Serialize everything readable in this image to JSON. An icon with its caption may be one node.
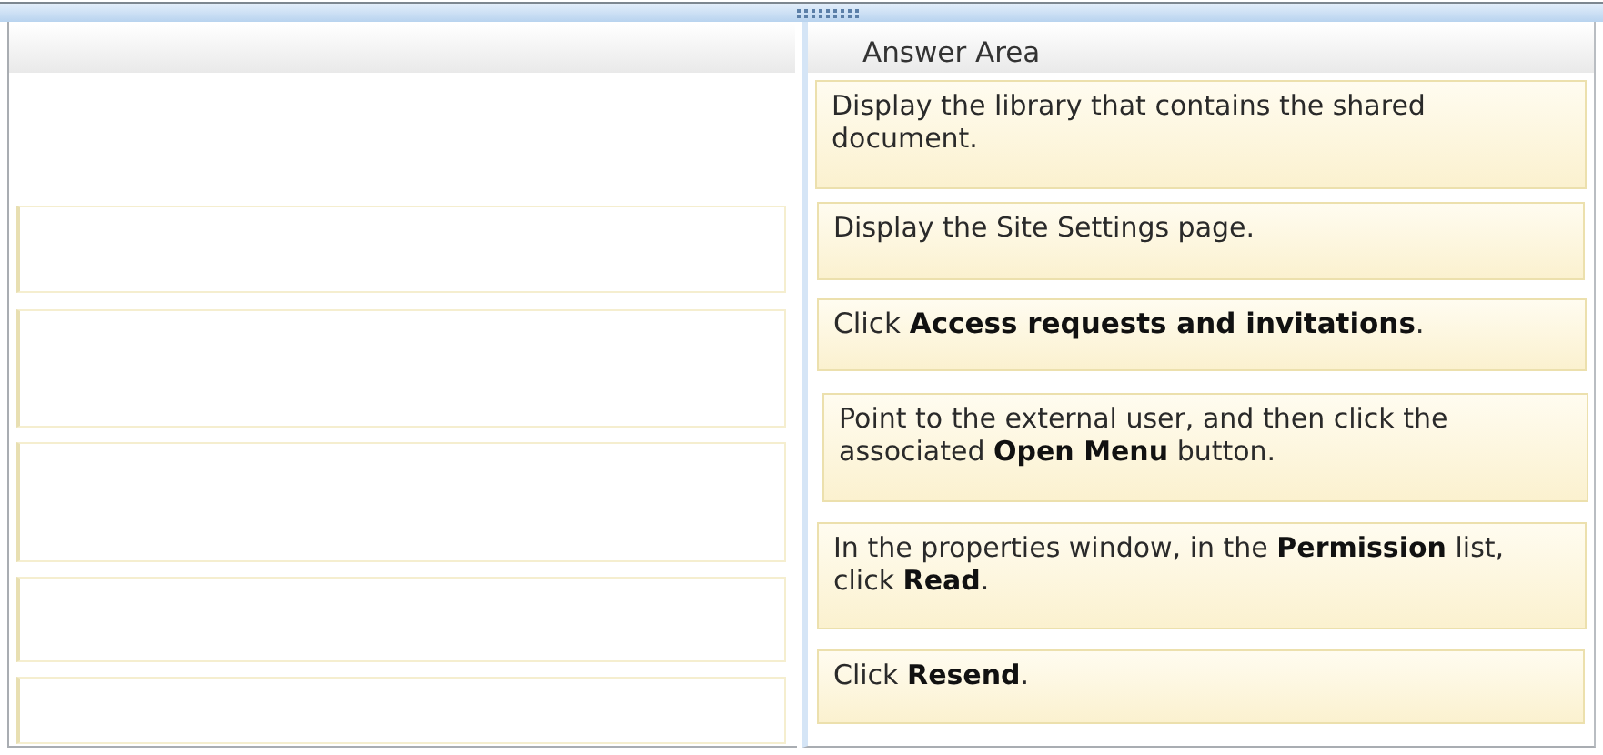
{
  "diagram": {
    "nodes": [
      {
        "text": [],
        "shape": "box"
      },
      {
        "text": [],
        "shape": "box"
      },
      {
        "text": [],
        "shape": "box"
      },
      {
        "text": [],
        "shape": "box"
      },
      {
        "text": [],
        "shape": "box"
      },
      {
        "text": [
          "Display the library that contains the shared document."
        ]
      },
      {
        "text": [
          "Display the Site Settings page."
        ]
      },
      {
        "text": [
          "Click **Access requests and invitations**."
        ]
      },
      {
        "text": [
          "Point to the external user, and then click the associated **Open Menu** button."
        ]
      },
      {
        "text": [
          "In the properties window, in the **Permission** list, click **Read**."
        ]
      },
      {
        "text": [
          "Click **Resend**."
        ]
      }
    ],
    "labels": [
      "Answer Area"
    ]
  }
}
